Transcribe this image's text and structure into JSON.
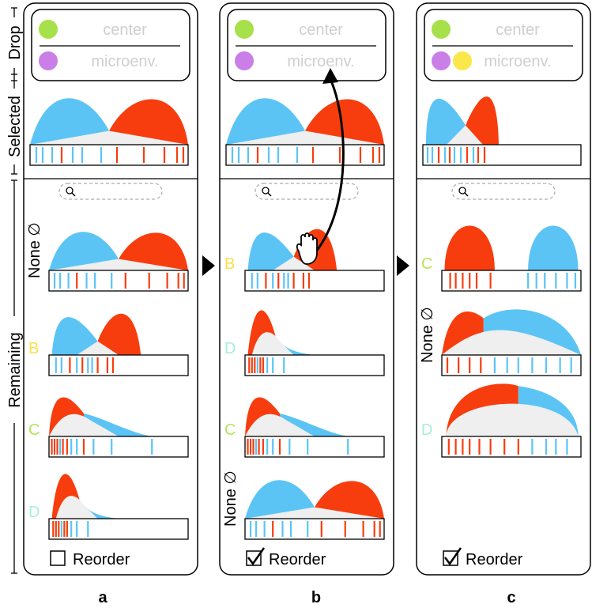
{
  "side_labels": {
    "drop": "Drop",
    "selected": "Selected",
    "remaining": "Remaining"
  },
  "colors": {
    "blue": "#5BC4F5",
    "red": "#F73D0E",
    "gray": "#EFEFEF",
    "green": "#A6E04A",
    "purple": "#C97EE8",
    "yellow": "#FAE84A",
    "letter_yellow": "#F7E04A",
    "letter_green": "#B5E55A",
    "letter_teal": "#A8EEDD"
  },
  "drop_zone": {
    "row1_label": "center",
    "row2_label": "microenv."
  },
  "panels": [
    {
      "caption": "a",
      "reorder_label": "Reorder",
      "reorder_checked": false,
      "remaining": [
        {
          "label": "None ∅",
          "vertical": true
        },
        {
          "label": "B",
          "vertical": false
        },
        {
          "label": "C",
          "vertical": false
        },
        {
          "label": "D",
          "vertical": false
        }
      ]
    },
    {
      "caption": "b",
      "reorder_label": "Reorder",
      "reorder_checked": true,
      "remaining": [
        {
          "label": "B",
          "vertical": false
        },
        {
          "label": "D",
          "vertical": false
        },
        {
          "label": "C",
          "vertical": false
        },
        {
          "label": "None ∅",
          "vertical": true
        }
      ]
    },
    {
      "caption": "c",
      "reorder_label": "Reorder",
      "reorder_checked": true,
      "remaining": [
        {
          "label": "C",
          "vertical": false
        },
        {
          "label": "None ∅",
          "vertical": true
        },
        {
          "label": "D",
          "vertical": false
        }
      ]
    }
  ]
}
